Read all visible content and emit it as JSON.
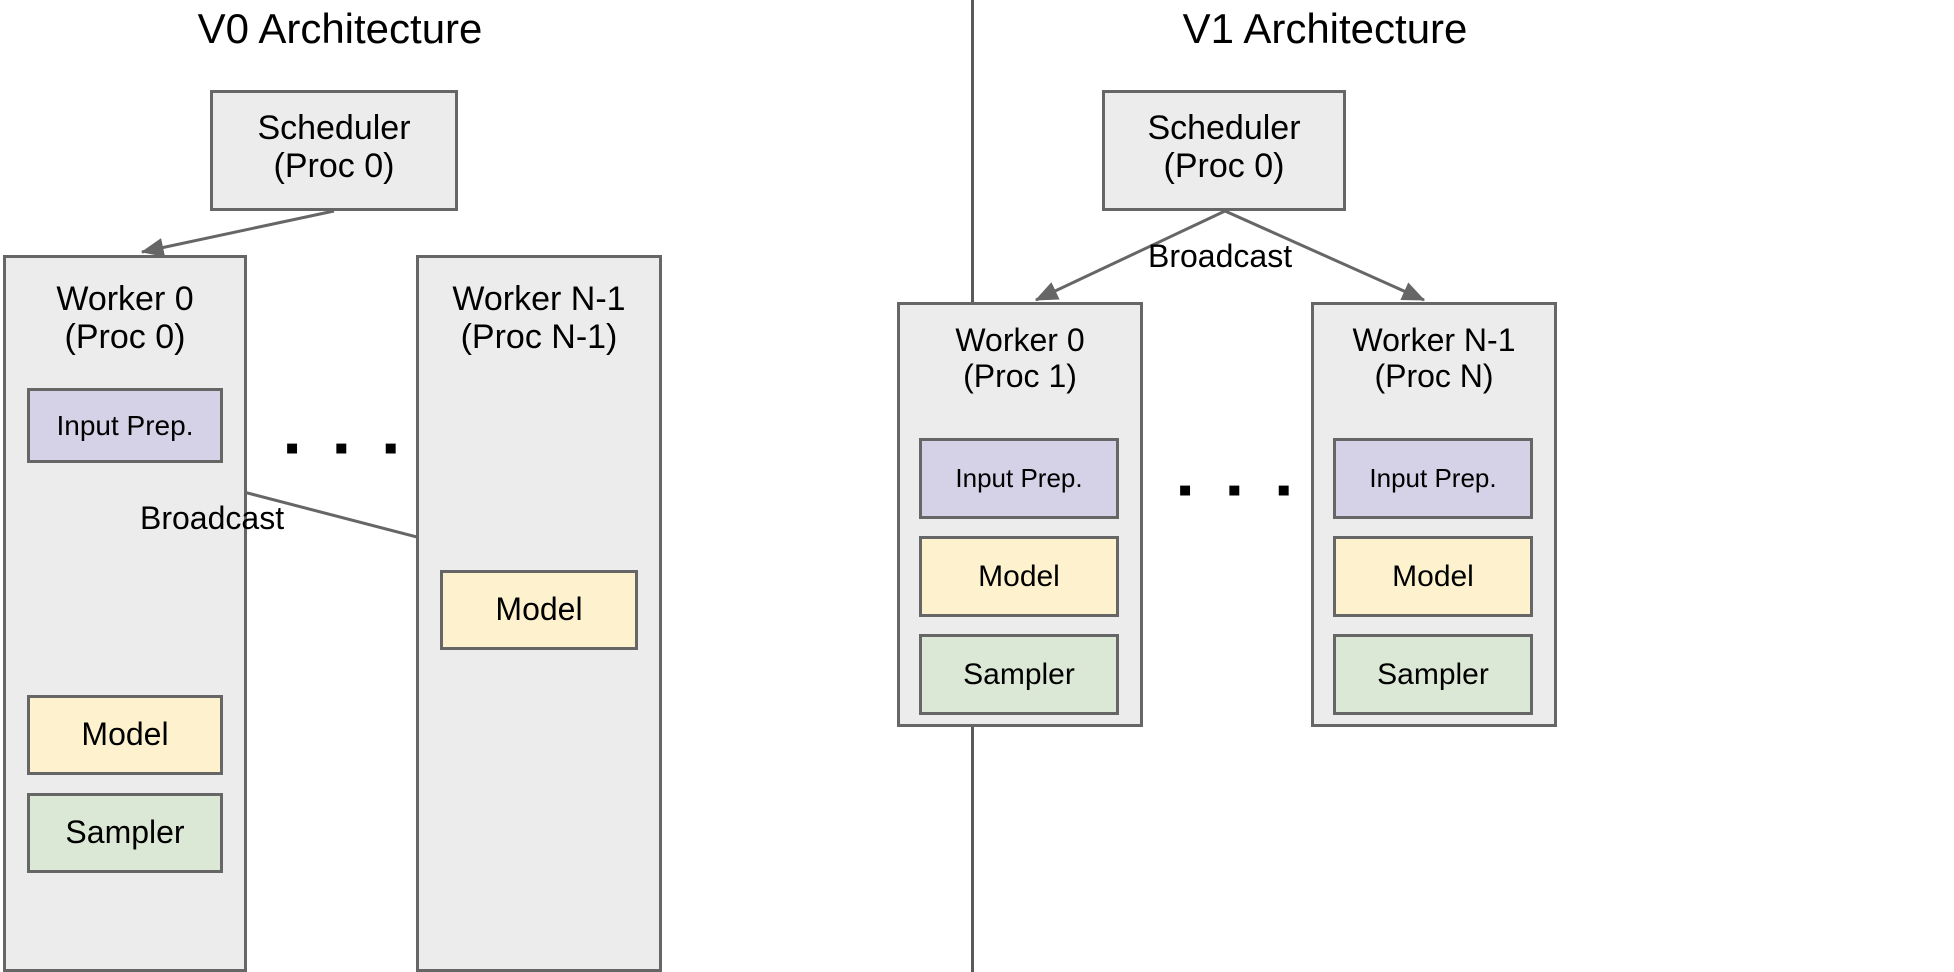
{
  "panels": [
    {
      "id": "v0",
      "title": "V0 Architecture",
      "scheduler": {
        "line1": "Scheduler",
        "line2": "(Proc 0)"
      },
      "workers": [
        {
          "line1": "Worker 0",
          "line2": "(Proc 0)",
          "blocks": [
            {
              "label": "Input Prep.",
              "color": "#d5d1e6"
            },
            {
              "label": "Model",
              "color": "#fdf2cd"
            },
            {
              "label": "Sampler",
              "color": "#dbe8d5"
            }
          ]
        },
        {
          "line1": "Worker N-1",
          "line2": "(Proc N-1)",
          "blocks": [
            {
              "label": "Model",
              "color": "#fdf2cd"
            }
          ]
        }
      ],
      "ellipsis": "▪ ▪ ▪",
      "edge_labels": [
        "Broadcast"
      ]
    },
    {
      "id": "v1",
      "title": "V1 Architecture",
      "scheduler": {
        "line1": "Scheduler",
        "line2": "(Proc 0)"
      },
      "workers": [
        {
          "line1": "Worker 0",
          "line2": "(Proc 1)",
          "blocks": [
            {
              "label": "Input Prep.",
              "color": "#d5d1e6"
            },
            {
              "label": "Model",
              "color": "#fdf2cd"
            },
            {
              "label": "Sampler",
              "color": "#dbe8d5"
            }
          ]
        },
        {
          "line1": "Worker N-1",
          "line2": "(Proc N)",
          "blocks": [
            {
              "label": "Input Prep.",
              "color": "#d5d1e6"
            },
            {
              "label": "Model",
              "color": "#fdf2cd"
            },
            {
              "label": "Sampler",
              "color": "#dbe8d5"
            }
          ]
        }
      ],
      "ellipsis": "▪ ▪ ▪",
      "edge_labels": [
        "Broadcast"
      ]
    }
  ],
  "colors": {
    "box_fill_grey": "#ececec",
    "box_stroke": "#666666",
    "input_prep": "#d5d1e6",
    "model": "#fdf2cd",
    "sampler": "#dbe8d5",
    "arrow": "#666666",
    "divider": "#5a5a5a",
    "text": "#000000",
    "background": "#ffffff"
  }
}
